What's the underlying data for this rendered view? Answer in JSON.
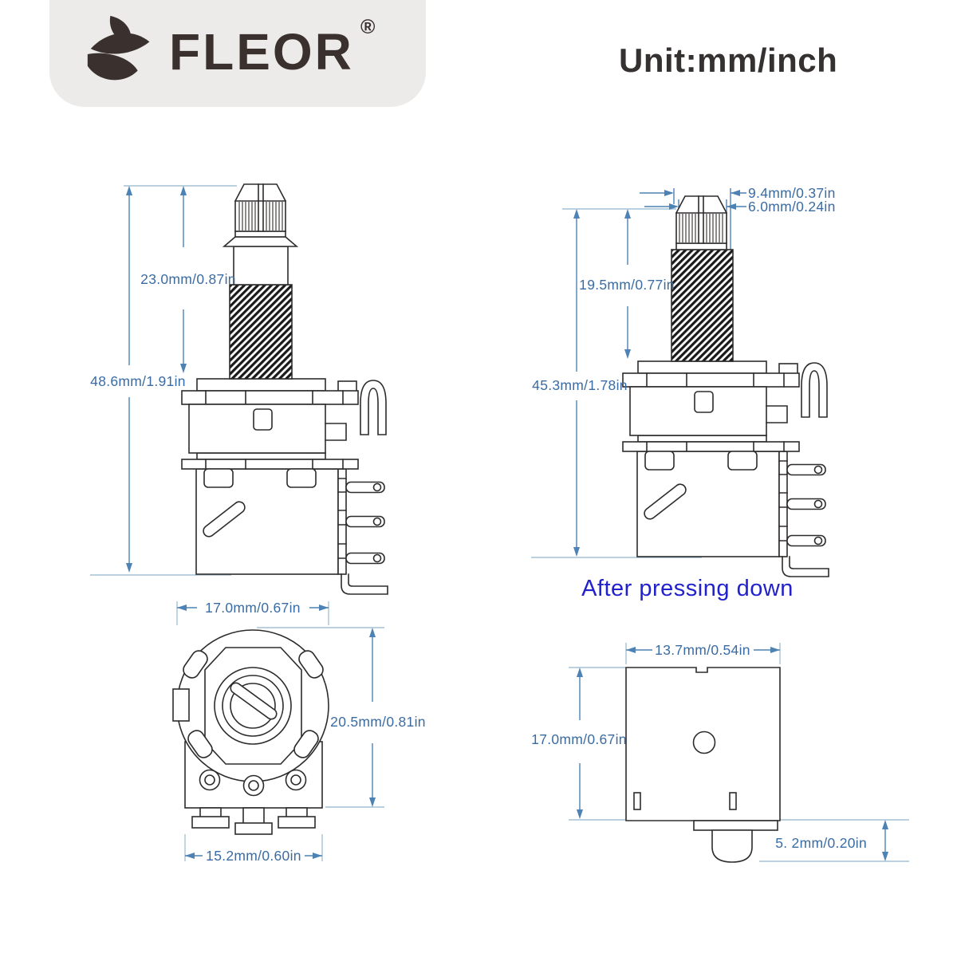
{
  "header": {
    "brand": "FLEOR",
    "registered": "®",
    "logo_icon": "leaf-icon",
    "unit_label": "Unit:mm/inch"
  },
  "side_view": {
    "shaft_height": "23.0mm/0.87in",
    "total_height": "48.6mm/1.91in"
  },
  "pressed_view": {
    "knurl_width": "9.4mm/0.37in",
    "shaft_width": "6.0mm/0.24in",
    "shaft_height": "19.5mm/0.77in",
    "total_height": "45.3mm/1.78in",
    "caption": "After pressing down"
  },
  "top_view": {
    "body_width": "17.0mm/0.67in",
    "body_height": "20.5mm/0.81in",
    "lug_span": "15.2mm/0.60in"
  },
  "bottom_view": {
    "body_width": "13.7mm/0.54in",
    "body_height": "17.0mm/0.67in",
    "pin_length": "5. 2mm/0.20in"
  },
  "colors": {
    "panel_gray": "#ecebe9",
    "logo_dark": "#3a312e",
    "dimension_blue": "#4d82b4",
    "dimension_text": "#3a6ca3",
    "reference_light": "#a5c2d6",
    "caption_blue": "#2222cc",
    "line_dark": "#2e2c2b"
  }
}
